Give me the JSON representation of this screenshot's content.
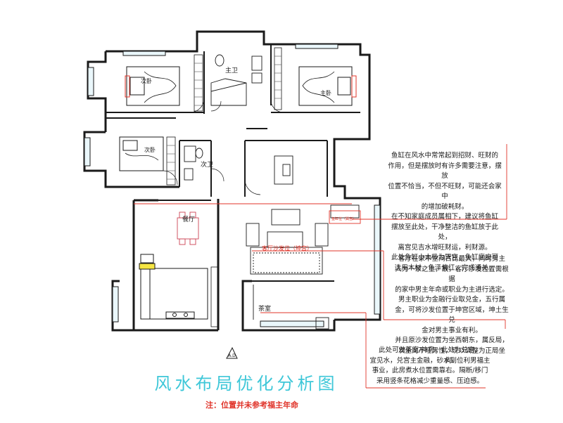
{
  "rooms": {
    "master_bath": "主卫",
    "bedroom_left": "次卧",
    "bedroom_right": "主卧",
    "bedroom_small": "次卧",
    "second_bath": "次卫",
    "dining": "餐厅",
    "sofa_label": "客厅沙发位（坤宫）",
    "tea_room": "茶室",
    "fish_tank": "鱼缸位（巽宫）"
  },
  "compass": "A.D",
  "notes": {
    "fish_tank": [
      "鱼缸在风水中常常起到招财、旺财的",
      "作用，但是摆放时有许多需要注意，摆放",
      "位置不恰当，不但不旺财，可能还会家中",
      "的增加破耗财。",
      "在不知家庭成员属相下，建议将鱼缸",
      "摆放至此处，干净整洁的鱼缸放于此处，",
      "离宫见吉水增旺财运，利财源。",
      "此处鱼缸小太极为巽宫，鱼缸底座可",
      "选用木材，色泽偏红，完成通关。"
    ],
    "living_room": [
      "客厅在家中空间占比最大，同时男主",
      "人为一家之主，故，客厅沙发位置需根据",
      "的家中男主年命或职业为主进行选定。",
      "男主职业为金融行业取兑金，五行属",
      "金，可将沙发位置于坤宫区域，坤土生兑",
      "金对男主事业有利。",
      "并且原沙发位置为坐西朝东，属反局，",
      "次坐向不旺男性，现以调整为正局坐向。"
    ],
    "tea_room": [
      "此处可做茶室/神房，此处为兑宫，",
      "宜见水，兑宫主金融，砂水到位利男福主",
      "事业，此房煮水位置需靠右。隔断/移门",
      "采用竖条花格减少重量感、压迫感。"
    ]
  },
  "title": "风水布局优化分析图",
  "subtitle": "注：位置并未参考福主年命",
  "colors": {
    "title": "#3ec7d8",
    "annotation": "#e0342a",
    "wall": "#1a1a1a",
    "glass": "#7ccfe0"
  }
}
